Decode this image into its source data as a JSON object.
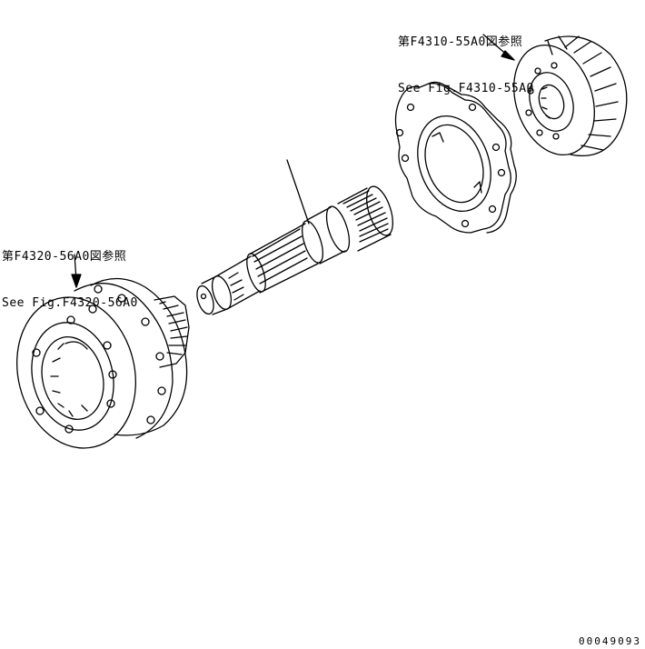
{
  "references": {
    "top_right": {
      "line_jp": "第F4310-55A0図参照",
      "line_en": "See Fig.F4310-55A0"
    },
    "left": {
      "line_jp": "第F4320-56A0図参照",
      "line_en": "See Fig.F4320-56A0"
    }
  },
  "drawing_number": "00049093"
}
